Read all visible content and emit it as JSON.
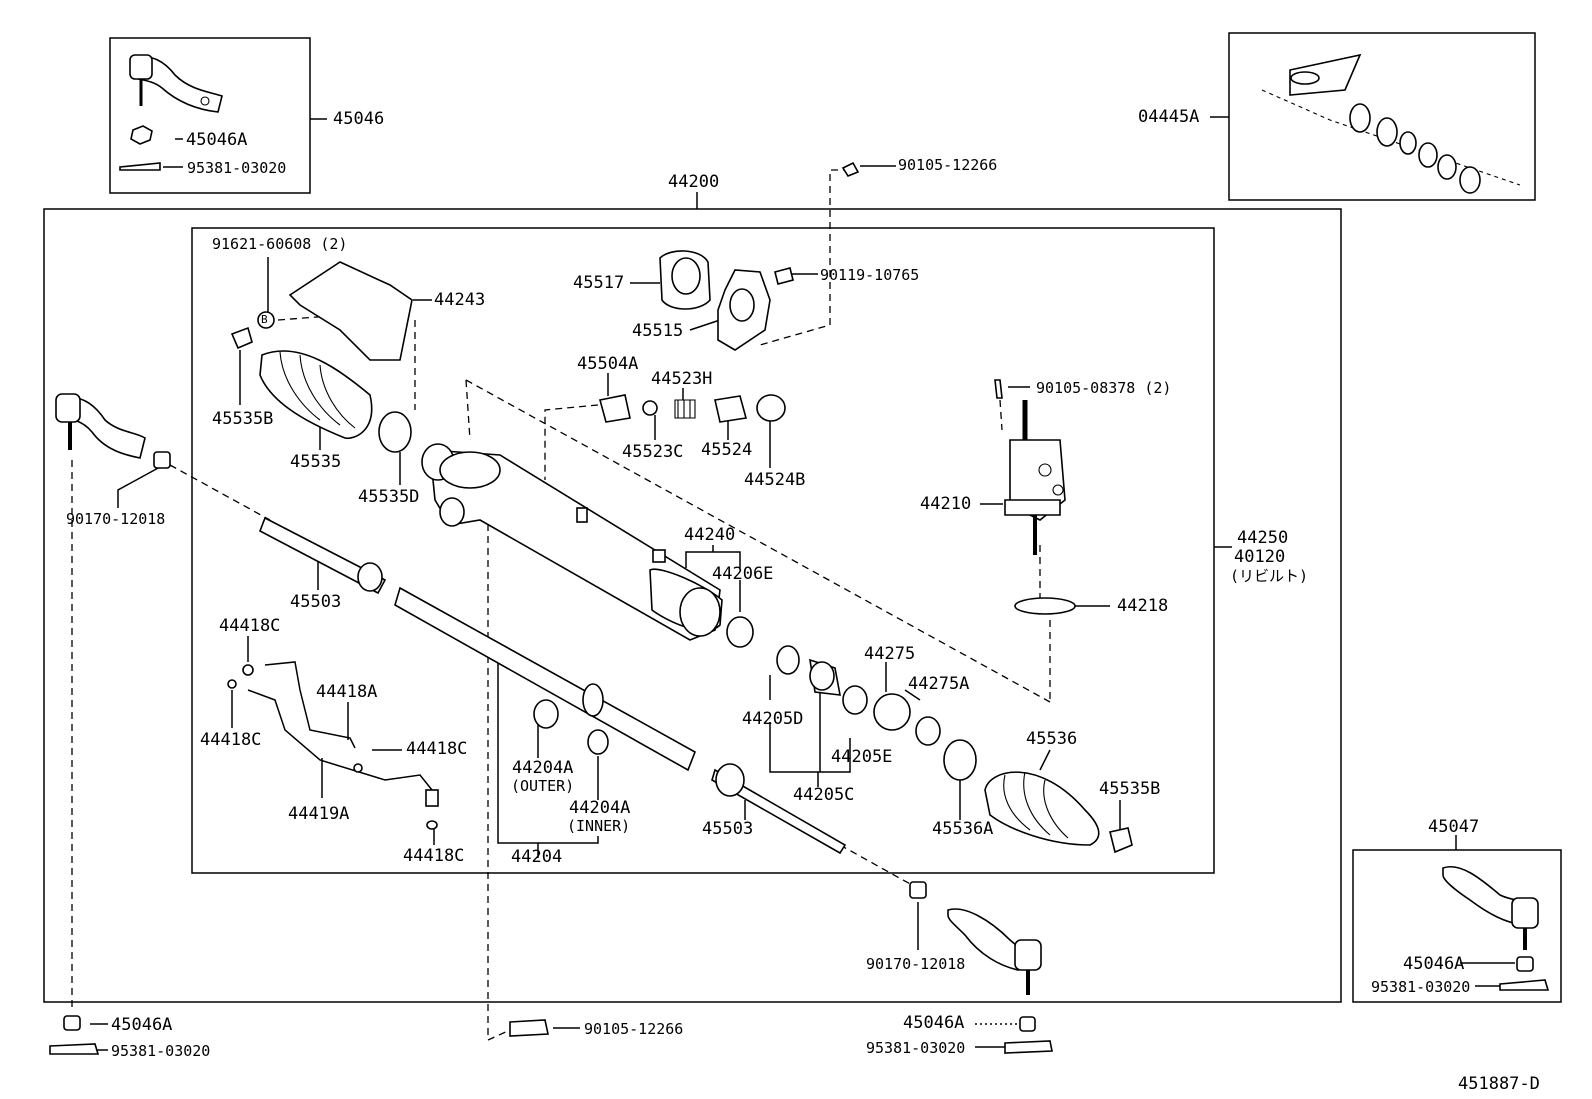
{
  "drawing_id": "451887-D",
  "callouts": {
    "tie_end_lh_kit": "45046",
    "tie_end_rh_kit": "45047",
    "nut_tl": "45046A",
    "pin_tl": "95381-03020",
    "gasket_kit": "04445A",
    "gear_assy": "44200",
    "rebuilt_part_1": "44250",
    "rebuilt_part_2": "40120",
    "rebuilt_note": "(リビルト)",
    "bolt_top": "90105-12266",
    "clip_b": "91621-60608 (2)",
    "b_mark": "B",
    "protector": "44243",
    "support_bushing": "45517",
    "bracket": "45515",
    "bolt_bracket": "90119-10765",
    "guide_45504a": "45504A",
    "spring_44523h": "44523H",
    "spring_cap_45523c": "45523C",
    "adjuster_45524": "45524",
    "seal_44524b": "44524B",
    "clamp_lh": "45535B",
    "boot_lh": "45535",
    "clamp_45535d": "45535D",
    "bolt_valve": "90105-08378 (2)",
    "valve_assy": "44210",
    "housing": "44240",
    "seal_44206e": "44206E",
    "gasket_44218": "44218",
    "nut_lh_90170": "90170-12018",
    "tie_rod_lh": "45503",
    "o_ring_a": "44418C",
    "tube_44418a": "44418A",
    "o_ring_b": "44418C",
    "o_ring_c": "44418C",
    "tube_44419a": "44419A",
    "o_ring_d": "44418C",
    "rack_seal_outer_num": "44204A",
    "rack_seal_outer_txt": "(OUTER)",
    "rack_seal_inner_num": "44204A",
    "rack_seal_inner_txt": "(INNER)",
    "rack_44204": "44204",
    "bush_44275": "44275",
    "ring_44275a": "44275A",
    "seal_44205d": "44205D",
    "seal_44205e": "44205E",
    "seal_44205c": "44205C",
    "boot_rh": "45536",
    "clamp_rh": "45535B",
    "clamp_45536a": "45536A",
    "tie_rod_rh": "45503",
    "nut_rh_90170": "90170-12018",
    "nut_bl": "45046A",
    "pin_bl": "95381-03020",
    "bolt_bottom": "90105-12266",
    "nut_bc": "45046A",
    "pin_bc": "95381-03020",
    "nut_br": "45046A",
    "pin_br": "95381-03020"
  }
}
